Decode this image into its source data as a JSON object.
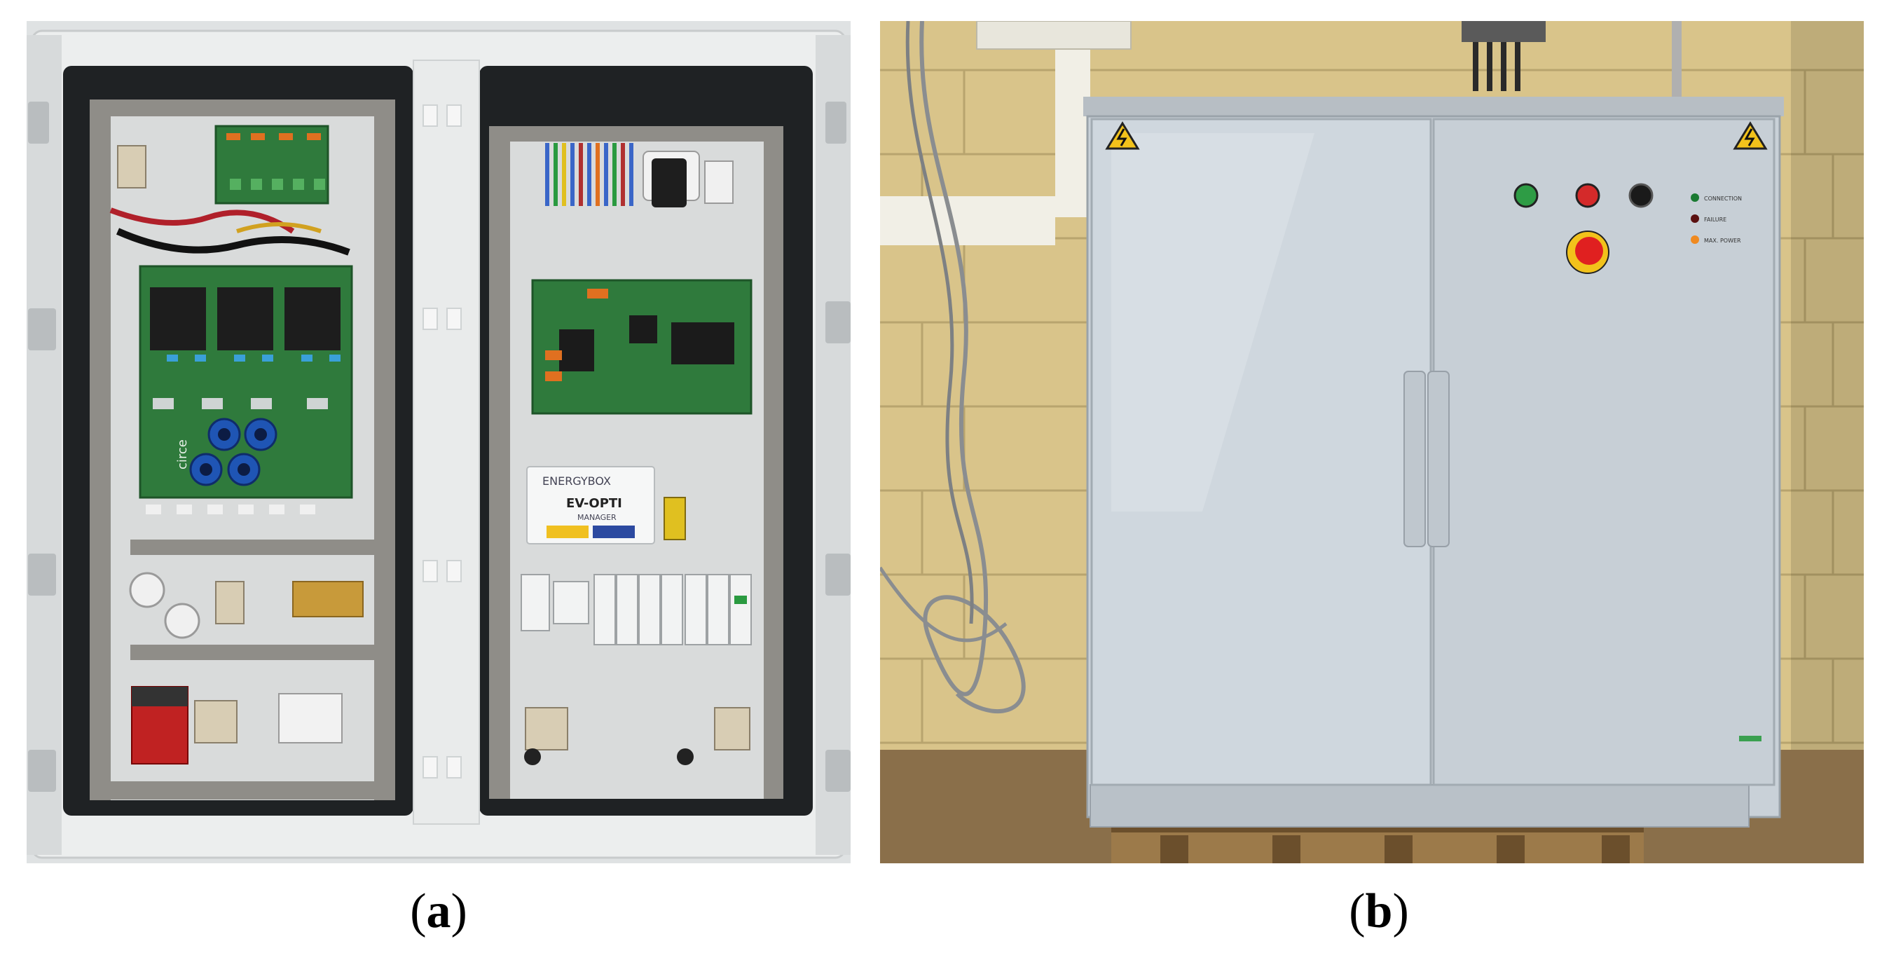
{
  "panels": [
    {
      "id": "a",
      "caption_open": "(",
      "caption_letter": "a",
      "caption_close": ")",
      "device_label_line1": "ENERGYBOX",
      "device_label_line2": "EV-OPTI",
      "device_label_line3": "MANAGER",
      "logo_text": "circe"
    },
    {
      "id": "b",
      "caption_open": "(",
      "caption_letter": "b",
      "caption_close": ")",
      "indicator_labels": [
        "CONNECTION",
        "FAILURE",
        "MAX. POWER"
      ]
    }
  ],
  "colors": {
    "cabinet_grey": "#c9d1d8",
    "pcb_green": "#2f7a3c",
    "brick": "#d9c48a",
    "start_button": "#2e9c45",
    "stop_button": "#d42a2a",
    "emergency_stop": "#e02020",
    "warning_yellow": "#f2c21b"
  }
}
